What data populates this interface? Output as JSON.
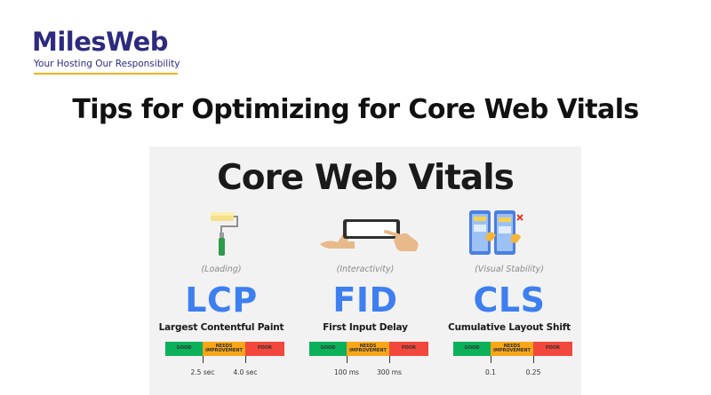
{
  "logo": {
    "name": "MilesWeb",
    "tagline": "Your Hosting Our Responsibility"
  },
  "headline": "Tips for Optimizing for Core Web Vitals",
  "panel": {
    "title": "Core Web Vitals",
    "metrics": [
      {
        "category": "(Loading)",
        "acronym": "LCP",
        "name": "Largest Contentful Paint",
        "illustration_icon": "paint-roller-icon",
        "scale": {
          "good": "GOOD",
          "mid": "NEEDS IMPROVEMENT",
          "poor": "POOR"
        },
        "thresholds": [
          "2.5 sec",
          "4.0 sec"
        ]
      },
      {
        "category": "(Interactivity)",
        "acronym": "FID",
        "name": "First Input Delay",
        "illustration_icon": "hand-tapping-phone-icon",
        "scale": {
          "good": "GOOD",
          "mid": "NEEDS IMPROVEMENT",
          "poor": "POOR"
        },
        "thresholds": [
          "100 ms",
          "300 ms"
        ]
      },
      {
        "category": "(Visual Stability)",
        "acronym": "CLS",
        "name": "Cumulative Layout Shift",
        "illustration_icon": "shifting-phones-icon",
        "scale": {
          "good": "GOOD",
          "mid": "NEEDS IMPROVEMENT",
          "poor": "POOR"
        },
        "thresholds": [
          "0.1",
          "0.25"
        ]
      }
    ]
  },
  "colors": {
    "brand": "#2d2a7f",
    "brand_accent": "#f2b31b",
    "metric_blue": "#3d7ff0",
    "good": "#0bb15a",
    "needs_improvement": "#f8a618",
    "poor": "#f2473c",
    "panel_bg": "#f2f2f2"
  }
}
